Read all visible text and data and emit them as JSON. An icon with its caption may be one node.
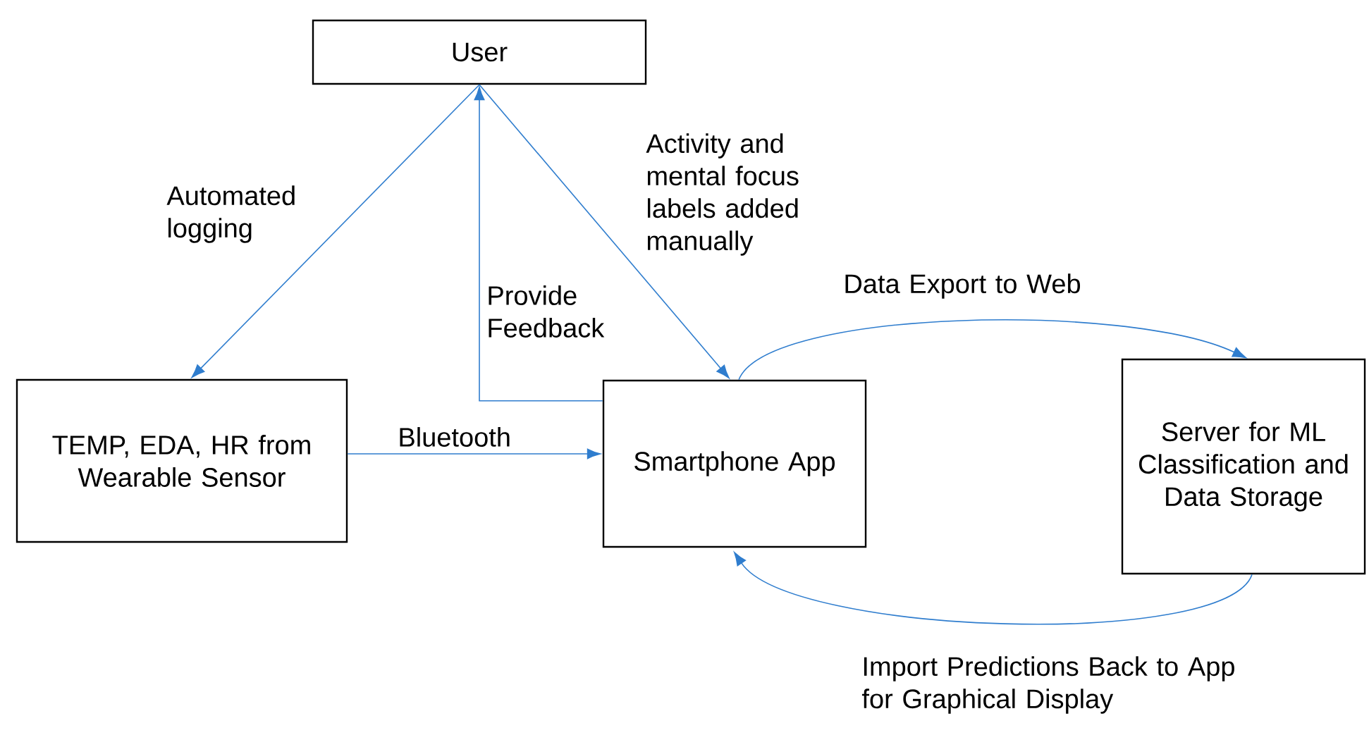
{
  "diagram": {
    "nodes": [
      {
        "text": [
          "User"
        ]
      },
      {
        "text": [
          "TEMP, EDA, HR from Wearable Sensor"
        ]
      },
      {
        "text": [
          "Smartphone App"
        ]
      },
      {
        "text": [
          "Server for ML Classification and Data Storage"
        ]
      }
    ],
    "edges": [
      {
        "from": 0,
        "to": 1,
        "arrow": "to",
        "label": "Automated logging"
      },
      {
        "from": 2,
        "to": 0,
        "arrow": "to",
        "label": "Provide Feedback"
      },
      {
        "from": 0,
        "to": 2,
        "arrow": "to",
        "label": "Activity and mental focus labels added manually"
      },
      {
        "from": 1,
        "to": 2,
        "arrow": "to",
        "label": "Bluetooth"
      },
      {
        "from": 2,
        "to": 3,
        "arrow": "to",
        "label": "Data Export to Web"
      },
      {
        "from": 3,
        "to": 2,
        "arrow": "to",
        "label": "Import Predictions Back to App for Graphical Display"
      }
    ]
  }
}
